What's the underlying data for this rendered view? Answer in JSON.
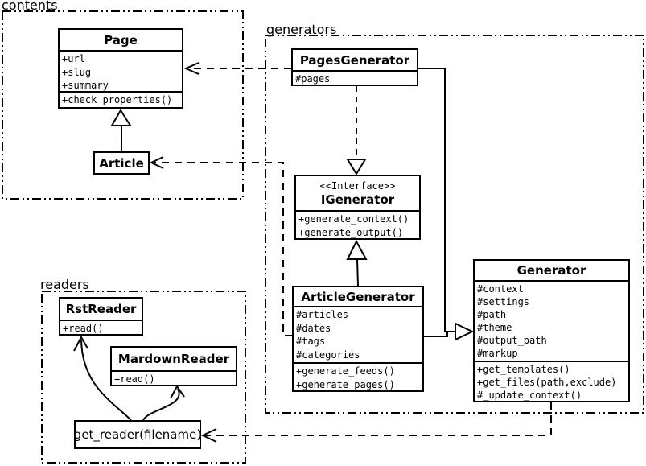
{
  "colors": {
    "ink": "#000000",
    "background": "#ffffff"
  },
  "packages": {
    "contents": {
      "label": "contents"
    },
    "generators": {
      "label": "generators"
    },
    "readers": {
      "label": "readers"
    }
  },
  "classes": {
    "page": {
      "name": "Page",
      "attributes": [
        "+url",
        "+slug",
        "+summary"
      ],
      "methods": [
        "+check_properties()"
      ]
    },
    "article": {
      "name": "Article"
    },
    "pages_generator": {
      "name": "PagesGenerator",
      "attributes": [
        "#pages"
      ]
    },
    "igenerator": {
      "stereotype": "<<Interface>>",
      "name": "IGenerator",
      "methods": [
        "+generate_context()",
        "+generate_output()"
      ]
    },
    "article_generator": {
      "name": "ArticleGenerator",
      "attributes": [
        "#articles",
        "#dates",
        "#tags",
        "#categories"
      ],
      "methods": [
        "+generate_feeds()",
        "+generate_pages()"
      ]
    },
    "generator": {
      "name": "Generator",
      "attributes": [
        "#context",
        "#settings",
        "#path",
        "#theme",
        "#output_path",
        "#markup"
      ],
      "methods": [
        "+get_templates()",
        "+get_files(path,exclude)",
        "#_update_context()"
      ]
    },
    "rst_reader": {
      "name": "RstReader",
      "methods": [
        "+read()"
      ]
    },
    "mardown_reader": {
      "name": "MardownReader",
      "methods": [
        "+read()"
      ]
    },
    "get_reader": {
      "name": "get_reader(filename)"
    }
  },
  "relationships": [
    {
      "from": "Article",
      "to": "Page",
      "type": "inheritance"
    },
    {
      "from": "PagesGenerator",
      "to": "IGenerator",
      "type": "realization"
    },
    {
      "from": "ArticleGenerator",
      "to": "IGenerator",
      "type": "inheritance"
    },
    {
      "from": "PagesGenerator",
      "to": "Generator",
      "type": "inheritance"
    },
    {
      "from": "ArticleGenerator",
      "to": "Generator",
      "type": "inheritance"
    },
    {
      "from": "PagesGenerator",
      "to": "Page",
      "type": "dependency"
    },
    {
      "from": "ArticleGenerator",
      "to": "Article",
      "type": "dependency"
    },
    {
      "from": "Generator",
      "to": "get_reader(filename)",
      "type": "dependency"
    },
    {
      "from": "get_reader(filename)",
      "to": "RstReader",
      "type": "arrow"
    },
    {
      "from": "get_reader(filename)",
      "to": "MardownReader",
      "type": "arrow"
    }
  ]
}
